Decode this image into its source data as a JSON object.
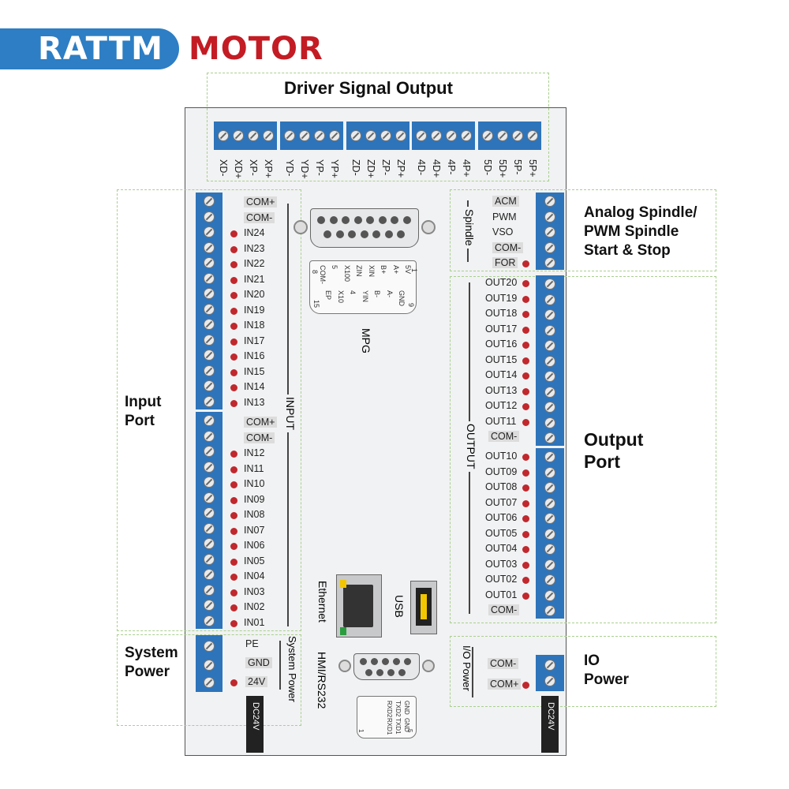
{
  "brand": {
    "name1": "RATTM",
    "name2": "MOTOR",
    "blue": "#2d7ec4",
    "red": "#c41c24"
  },
  "driver_output": {
    "title": "Driver Signal Output",
    "pins": [
      "XD-",
      "XD+",
      "XP-",
      "XP+",
      "YD-",
      "YD+",
      "YP-",
      "YP+",
      "ZD-",
      "ZD+",
      "ZP-",
      "ZP+",
      "4D-",
      "4D+",
      "4P-",
      "4P+",
      "5D-",
      "5D+",
      "5P-",
      "5P+"
    ]
  },
  "input_port": {
    "title_line1": "Input",
    "title_line2": "Port",
    "group_label": "INPUT",
    "upper": [
      "COM+",
      "COM-",
      "IN24",
      "IN23",
      "IN22",
      "IN21",
      "IN20",
      "IN19",
      "IN18",
      "IN17",
      "IN16",
      "IN15",
      "IN14",
      "IN13"
    ],
    "lower": [
      "COM+",
      "COM-",
      "IN12",
      "IN11",
      "IN10",
      "IN09",
      "IN08",
      "IN07",
      "IN06",
      "IN05",
      "IN04",
      "IN03",
      "IN02",
      "IN01"
    ]
  },
  "spindle": {
    "title_line1": "Analog Spindle/",
    "title_line2": "PWM Spindle",
    "title_line3": "Start & Stop",
    "group_label": "Spindle",
    "pins": [
      "ACM",
      "PWM",
      "VSO",
      "COM-",
      "FOR"
    ]
  },
  "output_port": {
    "title_line1": "Output",
    "title_line2": "Port",
    "group_label": "OUTPUT",
    "upper": [
      "OUT20",
      "OUT19",
      "OUT18",
      "OUT17",
      "OUT16",
      "OUT15",
      "OUT14",
      "OUT13",
      "OUT12",
      "OUT11",
      "COM-"
    ],
    "lower": [
      "OUT10",
      "OUT09",
      "OUT08",
      "OUT07",
      "OUT06",
      "OUT05",
      "OUT04",
      "OUT03",
      "OUT02",
      "OUT01",
      "COM-"
    ]
  },
  "system_power": {
    "title_line1": "System",
    "title_line2": "Power",
    "group_label": "System Power",
    "pins": [
      "PE",
      "GND",
      "24V"
    ],
    "dc_label": "DC24V"
  },
  "io_power": {
    "title_line1": "IO",
    "title_line2": "Power",
    "group_label": "I/O Power",
    "pins": [
      "COM-",
      "COM+"
    ],
    "dc_label": "DC24V"
  },
  "mpg": {
    "label": "MPG",
    "row1": [
      "5V",
      "A+",
      "B+",
      "XIN",
      "ZIN",
      "X100",
      "5",
      "COM-"
    ],
    "row2": [
      "GND",
      "A-",
      "B-",
      "YIN",
      "4",
      "X10",
      "EP"
    ],
    "pin_numbers": {
      "p1": "1",
      "p8": "8",
      "p9": "9",
      "p15": "15"
    }
  },
  "ethernet": {
    "label": "Ethernet"
  },
  "usb": {
    "label": "USB"
  },
  "hmi": {
    "label": "HMI/RS232",
    "pins": [
      "GND",
      "TXD2",
      "RXD2",
      "GND",
      "TXD1",
      "RXD1"
    ],
    "pin_numbers": {
      "p1": "1",
      "p5": "5"
    }
  }
}
